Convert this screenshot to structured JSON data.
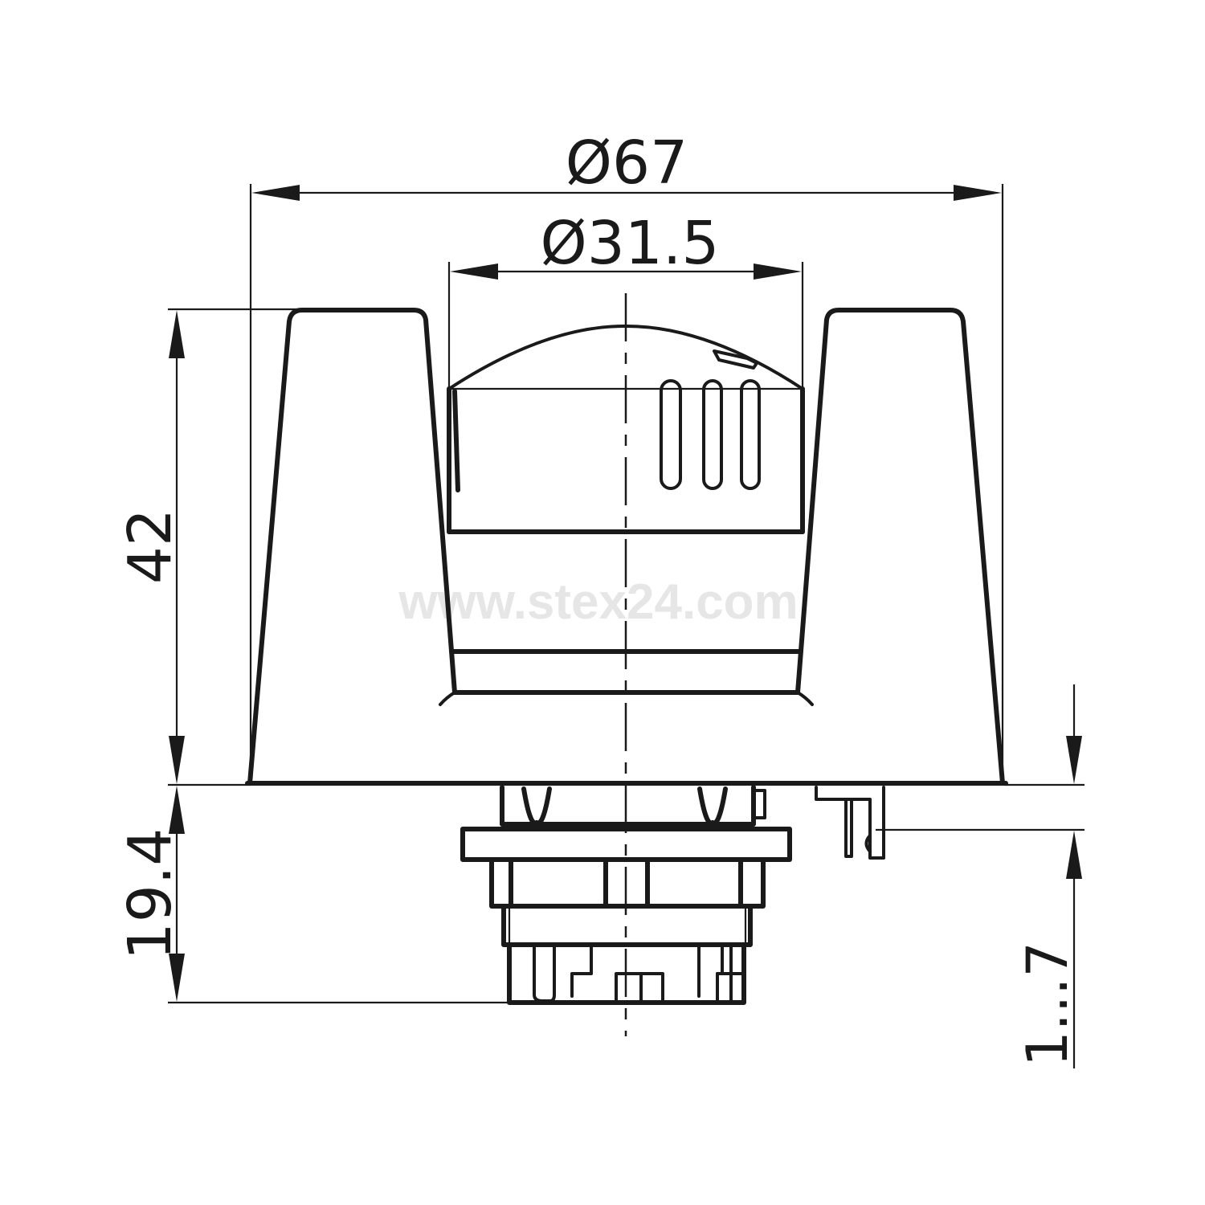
{
  "drawing": {
    "type": "technical dimension drawing",
    "watermark": "www.stex24.com",
    "line_color": "#1a1a1a",
    "watermark_color": "#e6e6e6",
    "background": "#ffffff"
  },
  "dimensions": {
    "outer_diameter": "Ø67",
    "inner_diameter": "Ø31.5",
    "collar_height": "42",
    "body_height": "19.4",
    "panel_thickness": "1...7"
  },
  "views": {
    "upper_part": "mushroom guard collar with button head",
    "lower_part": "mounting body with contact block"
  }
}
